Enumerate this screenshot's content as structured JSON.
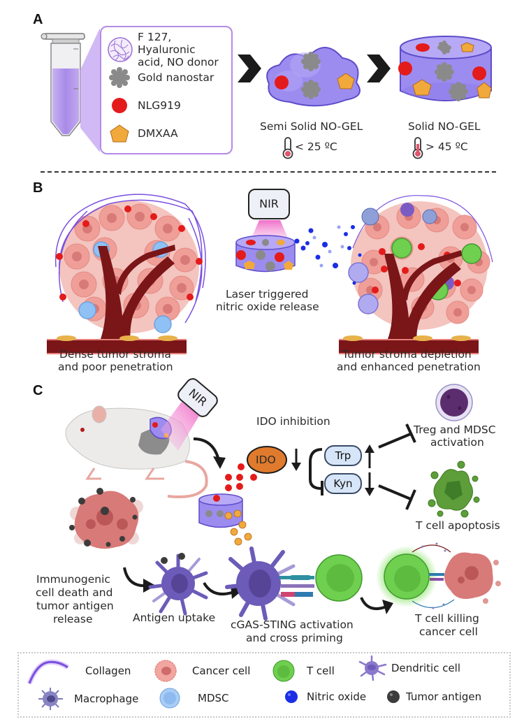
{
  "panels": {
    "a": {
      "label": "A",
      "components_legend": [
        {
          "icon": "polymer-mesh-icon",
          "text_line1": "F 127, Hyaluronic",
          "text_line2": "acid, NO donor"
        },
        {
          "icon": "gold-nanostar-icon",
          "text_line1": "Gold nanostar"
        },
        {
          "icon": "red-circle-icon",
          "text_line1": "NLG919"
        },
        {
          "icon": "orange-pentagon-icon",
          "text_line1": "DMXAA"
        }
      ],
      "semi_solid": {
        "title": "Semi Solid NO-GEL",
        "temperature": "< 25 ºC"
      },
      "solid": {
        "title": "Solid NO-GEL",
        "temperature": "> 45 ºC"
      }
    },
    "b": {
      "label": "B",
      "left_caption_line1": "Dense tumor stroma",
      "left_caption_line2": "and  poor penetration",
      "nir_label": "NIR",
      "center_caption_line1": "Laser triggered",
      "center_caption_line2": "nitric oxide release",
      "right_caption_line1": "Tumor stroma depletion",
      "right_caption_line2": "and enhanced penetration"
    },
    "c": {
      "label": "C",
      "nir_label": "NIR",
      "ido_title": "IDO inhibition",
      "ido_node": "IDO",
      "trp_node": "Trp",
      "kyn_node": "Kyn",
      "treg_caption_line1": "Treg and MDSC",
      "treg_caption_line2": "activation",
      "apoptosis_caption": "T cell apoptosis",
      "icd_caption": [
        "Immunogenic",
        "cell death and",
        "tumor antigen",
        "release"
      ],
      "uptake_caption": "Antigen uptake",
      "sting_caption_line1": "cGAS-STING activation",
      "sting_caption_line2": "and cross priming",
      "killing_caption_line1": "T cell killing",
      "killing_caption_line2": "cancer cell"
    }
  },
  "legend": {
    "items": [
      {
        "name": "collagen",
        "label": "Collagen"
      },
      {
        "name": "cancer-cell",
        "label": "Cancer cell"
      },
      {
        "name": "t-cell",
        "label": "T cell"
      },
      {
        "name": "dendritic-cell",
        "label": "Dendritic cell"
      },
      {
        "name": "macrophage",
        "label": "Macrophage"
      },
      {
        "name": "mdsc",
        "label": "MDSC"
      },
      {
        "name": "nitric-oxide",
        "label": "Nitric oxide"
      },
      {
        "name": "tumor-antigen",
        "label": "Tumor antigen"
      }
    ]
  },
  "colors": {
    "gel_purple": "#9d8cf0",
    "nlg919_red": "#e41b1b",
    "dmxaa_orange": "#f2a93b",
    "nanostar_gray": "#8a8a8a",
    "collagen_purple": "#7a4fe0",
    "cancer_pink": "#f1a6a0",
    "vessel_red": "#7a1518",
    "mdsc_blue": "#8fc1f5",
    "tcell_green": "#6fcf4f",
    "dc_purple": "#6c5bb8",
    "no_blue": "#1a2ee6",
    "antigen_dark": "#3c3c3c",
    "ido_orange": "#e07a2c",
    "pill_blue": "#d6e6f8",
    "nir_pink": "#f06ec8"
  }
}
